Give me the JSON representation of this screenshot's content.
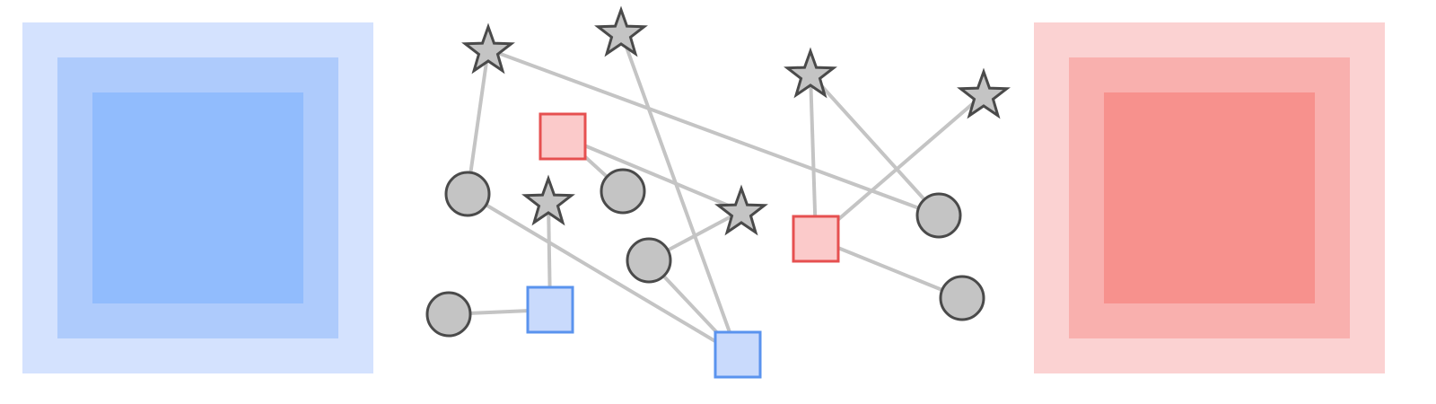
{
  "colors": {
    "background": "#ffffff",
    "edge": "#c4c4c4",
    "node_fill": "#c4c4c4",
    "node_stroke": "#4a4a4a",
    "blue_square_fill": "#c9dafc",
    "blue_square_stroke": "#5a93ee",
    "red_square_fill": "#fbcaca",
    "red_square_stroke": "#e65050",
    "blue_panel": [
      "#d4e2fe",
      "#aecbfc",
      "#91bcfd"
    ],
    "red_panel": [
      "#fbd2d2",
      "#f9b0ae",
      "#f7918d"
    ]
  },
  "panels": [
    {
      "id": "left-target",
      "side": "left",
      "tint": "blue"
    },
    {
      "id": "right-target",
      "side": "right",
      "tint": "red"
    }
  ],
  "nodes": [
    {
      "id": "star-a",
      "shape": "star"
    },
    {
      "id": "star-b",
      "shape": "star"
    },
    {
      "id": "star-c",
      "shape": "star"
    },
    {
      "id": "star-d",
      "shape": "star"
    },
    {
      "id": "star-e",
      "shape": "star"
    },
    {
      "id": "star-f",
      "shape": "star"
    },
    {
      "id": "circle-a",
      "shape": "circle"
    },
    {
      "id": "circle-b",
      "shape": "circle"
    },
    {
      "id": "circle-c",
      "shape": "circle"
    },
    {
      "id": "circle-d",
      "shape": "circle"
    },
    {
      "id": "circle-e",
      "shape": "circle"
    },
    {
      "id": "circle-f",
      "shape": "circle"
    },
    {
      "id": "red-square-a",
      "shape": "square",
      "tint": "red"
    },
    {
      "id": "red-square-b",
      "shape": "square",
      "tint": "red"
    },
    {
      "id": "blue-square-a",
      "shape": "square",
      "tint": "blue"
    },
    {
      "id": "blue-square-b",
      "shape": "square",
      "tint": "blue"
    }
  ],
  "edges": [
    [
      "star-a",
      "circle-a"
    ],
    [
      "star-a",
      "circle-b"
    ],
    [
      "star-b",
      "blue-square-b"
    ],
    [
      "star-c",
      "red-square-b"
    ],
    [
      "star-c",
      "circle-b"
    ],
    [
      "star-d",
      "red-square-b"
    ],
    [
      "star-e",
      "blue-square-a"
    ],
    [
      "star-f",
      "circle-e"
    ],
    [
      "red-square-a",
      "circle-c"
    ],
    [
      "red-square-a",
      "star-f"
    ],
    [
      "circle-a",
      "blue-square-b"
    ],
    [
      "circle-e",
      "blue-square-b"
    ],
    [
      "circle-d",
      "blue-square-a"
    ],
    [
      "red-square-b",
      "circle-f"
    ]
  ]
}
